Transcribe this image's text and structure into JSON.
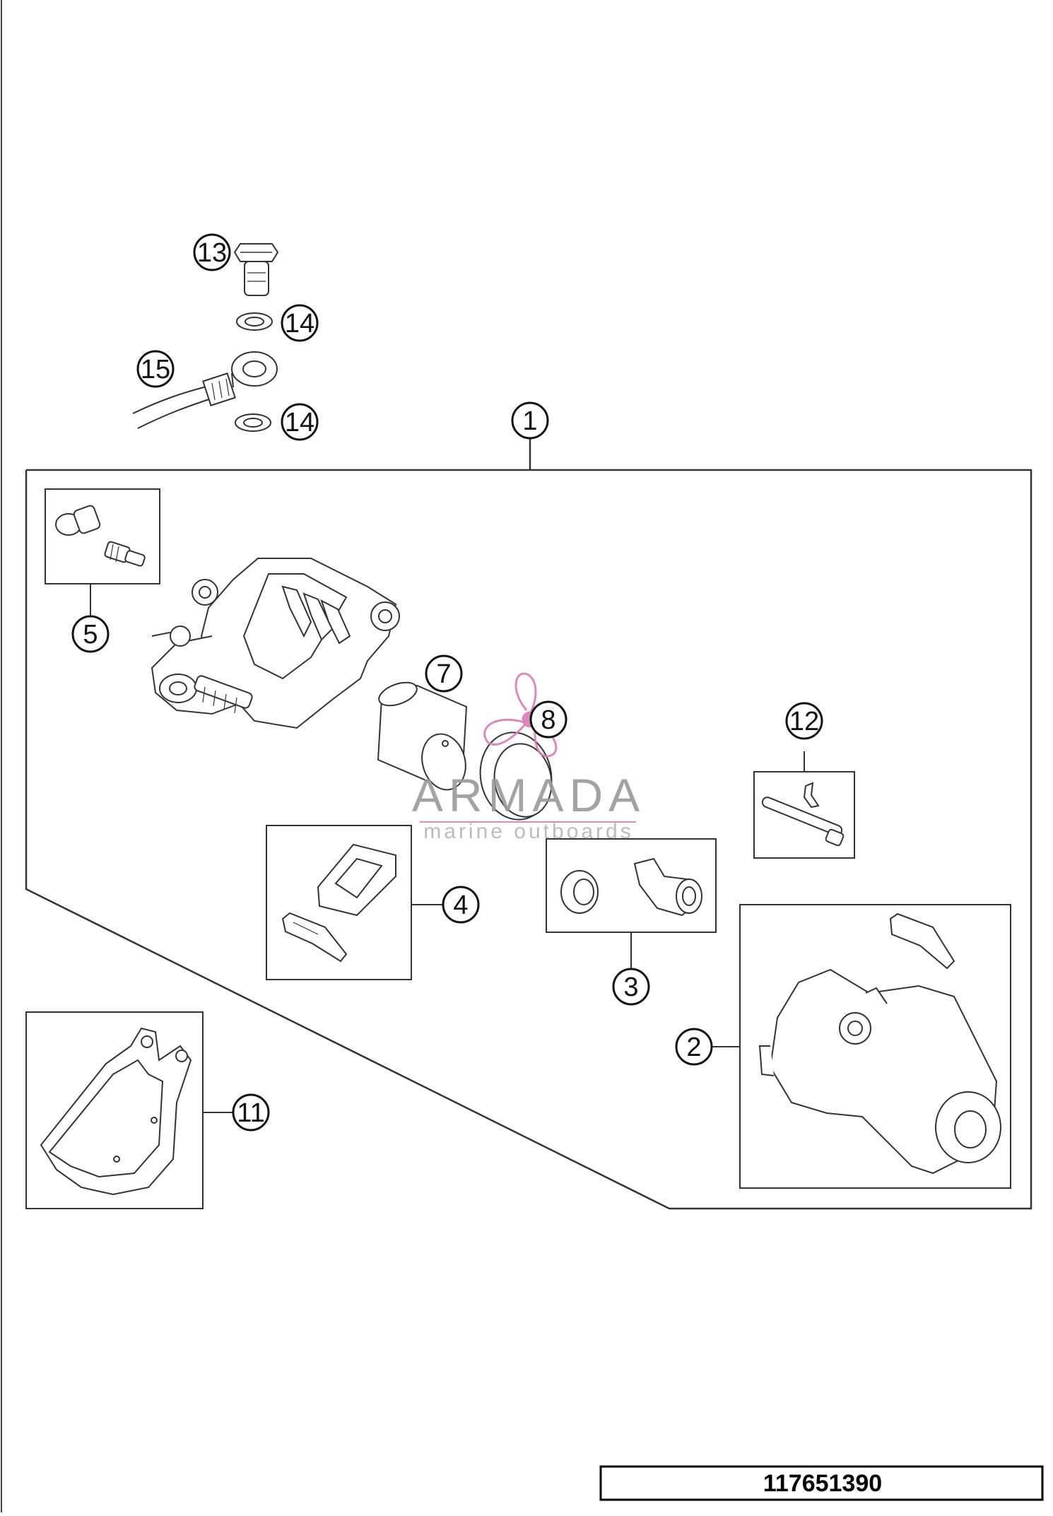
{
  "diagram": {
    "callouts": [
      {
        "id": "1",
        "label": "1"
      },
      {
        "id": "2",
        "label": "2"
      },
      {
        "id": "3",
        "label": "3"
      },
      {
        "id": "4",
        "label": "4"
      },
      {
        "id": "5",
        "label": "5"
      },
      {
        "id": "7",
        "label": "7"
      },
      {
        "id": "8",
        "label": "8"
      },
      {
        "id": "11",
        "label": "11"
      },
      {
        "id": "12",
        "label": "12"
      },
      {
        "id": "13",
        "label": "13"
      },
      {
        "id": "14a",
        "label": "14"
      },
      {
        "id": "14b",
        "label": "14"
      },
      {
        "id": "15",
        "label": "15"
      }
    ],
    "part_number": "117651390"
  },
  "watermark": {
    "brand": "ARMADA",
    "tagline": "marine outboards",
    "logo_color": "#d87db6"
  },
  "colors": {
    "line": "#333333",
    "background": "#ffffff"
  }
}
